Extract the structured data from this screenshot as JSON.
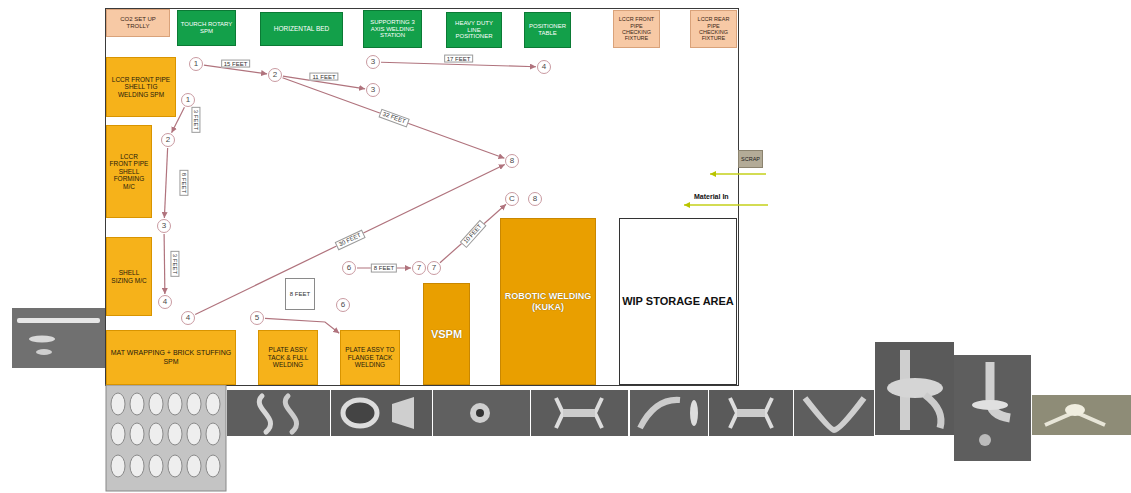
{
  "diagram": {
    "nodes": [
      {
        "text": [
          "CO2 SET UP TROLLY"
        ]
      },
      {
        "text": [
          "TOURCH ROTARY SPM"
        ]
      },
      {
        "text": [
          "HORIZENTAL BED"
        ]
      },
      {
        "text": [
          "SUPPORTING 3 AXIS WELDING STATION"
        ]
      },
      {
        "text": [
          "HEAVY DUTY LINE POSITIONER"
        ]
      },
      {
        "text": [
          "POSITIONER TABLE"
        ]
      },
      {
        "text": [
          "LCCR FRONT PIPE CHECKING FIXTURE"
        ]
      },
      {
        "text": [
          "LCCR REAR PIPE CHECKING FIXTURE"
        ]
      },
      {
        "text": [
          "1"
        ]
      },
      {
        "text": [
          "2"
        ]
      },
      {
        "text": [
          "3"
        ]
      },
      {
        "text": [
          "4"
        ]
      },
      {
        "text": [
          "3"
        ]
      },
      {
        "text": [
          "LCCR FRONT PIPE SHELL TIG WELDING SPM"
        ]
      },
      {
        "text": [
          "1"
        ]
      },
      {
        "text": [
          "8"
        ]
      },
      {
        "text": [
          "SCRAP"
        ]
      },
      {
        "text": [
          "LCCR FRONT PIPE SHELL FORMING M/C"
        ]
      },
      {
        "text": [
          "2"
        ]
      },
      {
        "text": [
          "C"
        ]
      },
      {
        "text": [
          "8"
        ]
      },
      {
        "text": [
          "3"
        ]
      },
      {
        "text": [
          "ROBOTIC WELDING (KUKA)"
        ]
      },
      {
        "text": [
          "WIP STORAGE AREA"
        ]
      },
      {
        "text": [
          "SHELL SIZING M/C"
        ]
      },
      {
        "text": [
          "6"
        ]
      },
      {
        "text": [
          "7"
        ]
      },
      {
        "text": [
          "7"
        ]
      },
      {
        "text": [
          "8 FEET"
        ]
      },
      {
        "text": [
          "VSPM"
        ]
      },
      {
        "text": [
          "4"
        ]
      },
      {
        "text": [
          "4"
        ]
      },
      {
        "text": [
          "5"
        ]
      },
      {
        "text": [
          "6"
        ]
      },
      {
        "text": [
          "MAT WRAPPING + BRICK STUFFING SPM"
        ]
      },
      {
        "text": [
          "PLATE ASSY TACK & FULL WELDING"
        ]
      },
      {
        "text": [
          "PLATE ASSY TO FLANGE TACK WELDING"
        ]
      }
    ],
    "edges": [
      {
        "from": 8,
        "to": 9,
        "label": "15 FEET",
        "arrow": "to"
      },
      {
        "from": 9,
        "to": 12,
        "label": "11 FEET",
        "arrow": "to"
      },
      {
        "from": 10,
        "to": 11,
        "label": "17 FEET",
        "arrow": "to"
      },
      {
        "from": 9,
        "to": 15,
        "label": "32 FEET",
        "arrow": "to"
      },
      {
        "from": 14,
        "to": 18,
        "label": "3 FEET",
        "arrow": "to"
      },
      {
        "from": 18,
        "to": 21,
        "label": "8 FEET",
        "arrow": "to"
      },
      {
        "from": 21,
        "to": 30,
        "label": "3 FEET",
        "arrow": "to"
      },
      {
        "from": 31,
        "to": 15,
        "label": "30 FEET",
        "arrow": "to"
      },
      {
        "from": 25,
        "to": 26,
        "label": "8 FEET",
        "arrow": "to"
      },
      {
        "from": 27,
        "to": 19,
        "label": "10 FEET",
        "arrow": "to"
      },
      {
        "from": 32,
        "to": 36,
        "arrow": "to"
      }
    ],
    "labels": [
      "Material In"
    ]
  }
}
